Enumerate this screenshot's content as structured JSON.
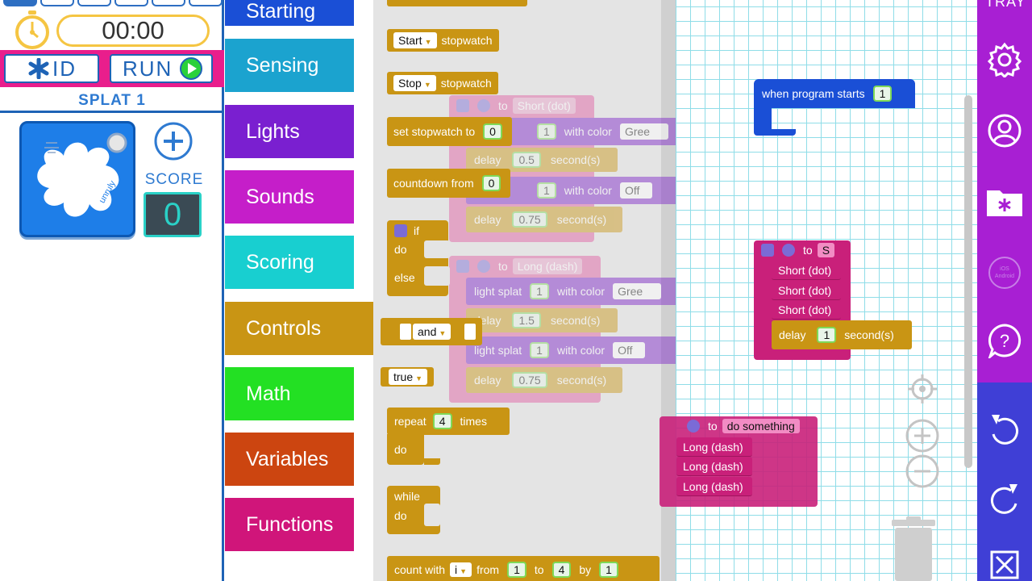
{
  "timer": {
    "value": "00:00"
  },
  "buttons": {
    "id_label": "ID",
    "run_label": "RUN"
  },
  "robot": {
    "name": "SPLAT 1",
    "score_label": "SCORE",
    "score": "0",
    "brand": "unruly"
  },
  "categories": [
    {
      "label": "Starting",
      "color": "#1a4fd6"
    },
    {
      "label": "Sensing",
      "color": "#1ba3cf"
    },
    {
      "label": "Lights",
      "color": "#7a1fd0"
    },
    {
      "label": "Sounds",
      "color": "#c51ec9"
    },
    {
      "label": "Scoring",
      "color": "#18cfd0"
    },
    {
      "label": "Controls",
      "color": "#c99514"
    },
    {
      "label": "Math",
      "color": "#23e023"
    },
    {
      "label": "Variables",
      "color": "#cc4510"
    },
    {
      "label": "Functions",
      "color": "#d0157a"
    }
  ],
  "flyout": {
    "start_label": "Start",
    "start_suffix": "stopwatch",
    "stop_label": "Stop",
    "stop_suffix": "stopwatch",
    "set_stopwatch_label": "set stopwatch to",
    "set_stopwatch_value": "0",
    "countdown_label": "countdown from",
    "countdown_value": "0",
    "if_label": "if",
    "do_label": "do",
    "else_label": "else",
    "and_label": "and",
    "true_label": "true",
    "repeat_label": "repeat",
    "repeat_value": "4",
    "times_label": "times",
    "repeat_do_label": "do",
    "while_label": "while",
    "while_do_label": "do",
    "count_label": "count with",
    "count_var": "i",
    "from_label": "from",
    "from_value": "1",
    "to_label": "to",
    "to_value": "4",
    "by_label": "by",
    "by_value": "1"
  },
  "ghosts": {
    "short_title": "to",
    "short_name": "Short (dot)",
    "long_title": "to",
    "long_name": "Long (dash)",
    "light_label": "light splat",
    "with_color": "with color",
    "green": "Gree",
    "off": "Off",
    "delay": "delay",
    "seconds": "second(s)",
    "one": "1",
    "d1": "0.5",
    "d2": "0.75",
    "d3": "1.5",
    "d4": "0.75"
  },
  "workspace": {
    "when_starts_label": "when program starts",
    "when_starts_value": "1",
    "func_s_to": "to",
    "func_s_name": "S",
    "short_calls": [
      "Short (dot)",
      "Short (dot)",
      "Short (dot)"
    ],
    "delay_label": "delay",
    "delay_value": "1",
    "delay_suffix": "second(s)",
    "func_do_to": "to",
    "func_do_name": "do something",
    "long_calls": [
      "Long (dash)",
      "Long (dash)",
      "Long (dash)"
    ]
  },
  "toolbar": {
    "tray_label": "TRAY"
  },
  "colors": {
    "accent": "#1e63b6",
    "magenta": "#e91e8c",
    "toolbar": "#a81fd3",
    "toolbar_lower": "#3f3fd6"
  }
}
